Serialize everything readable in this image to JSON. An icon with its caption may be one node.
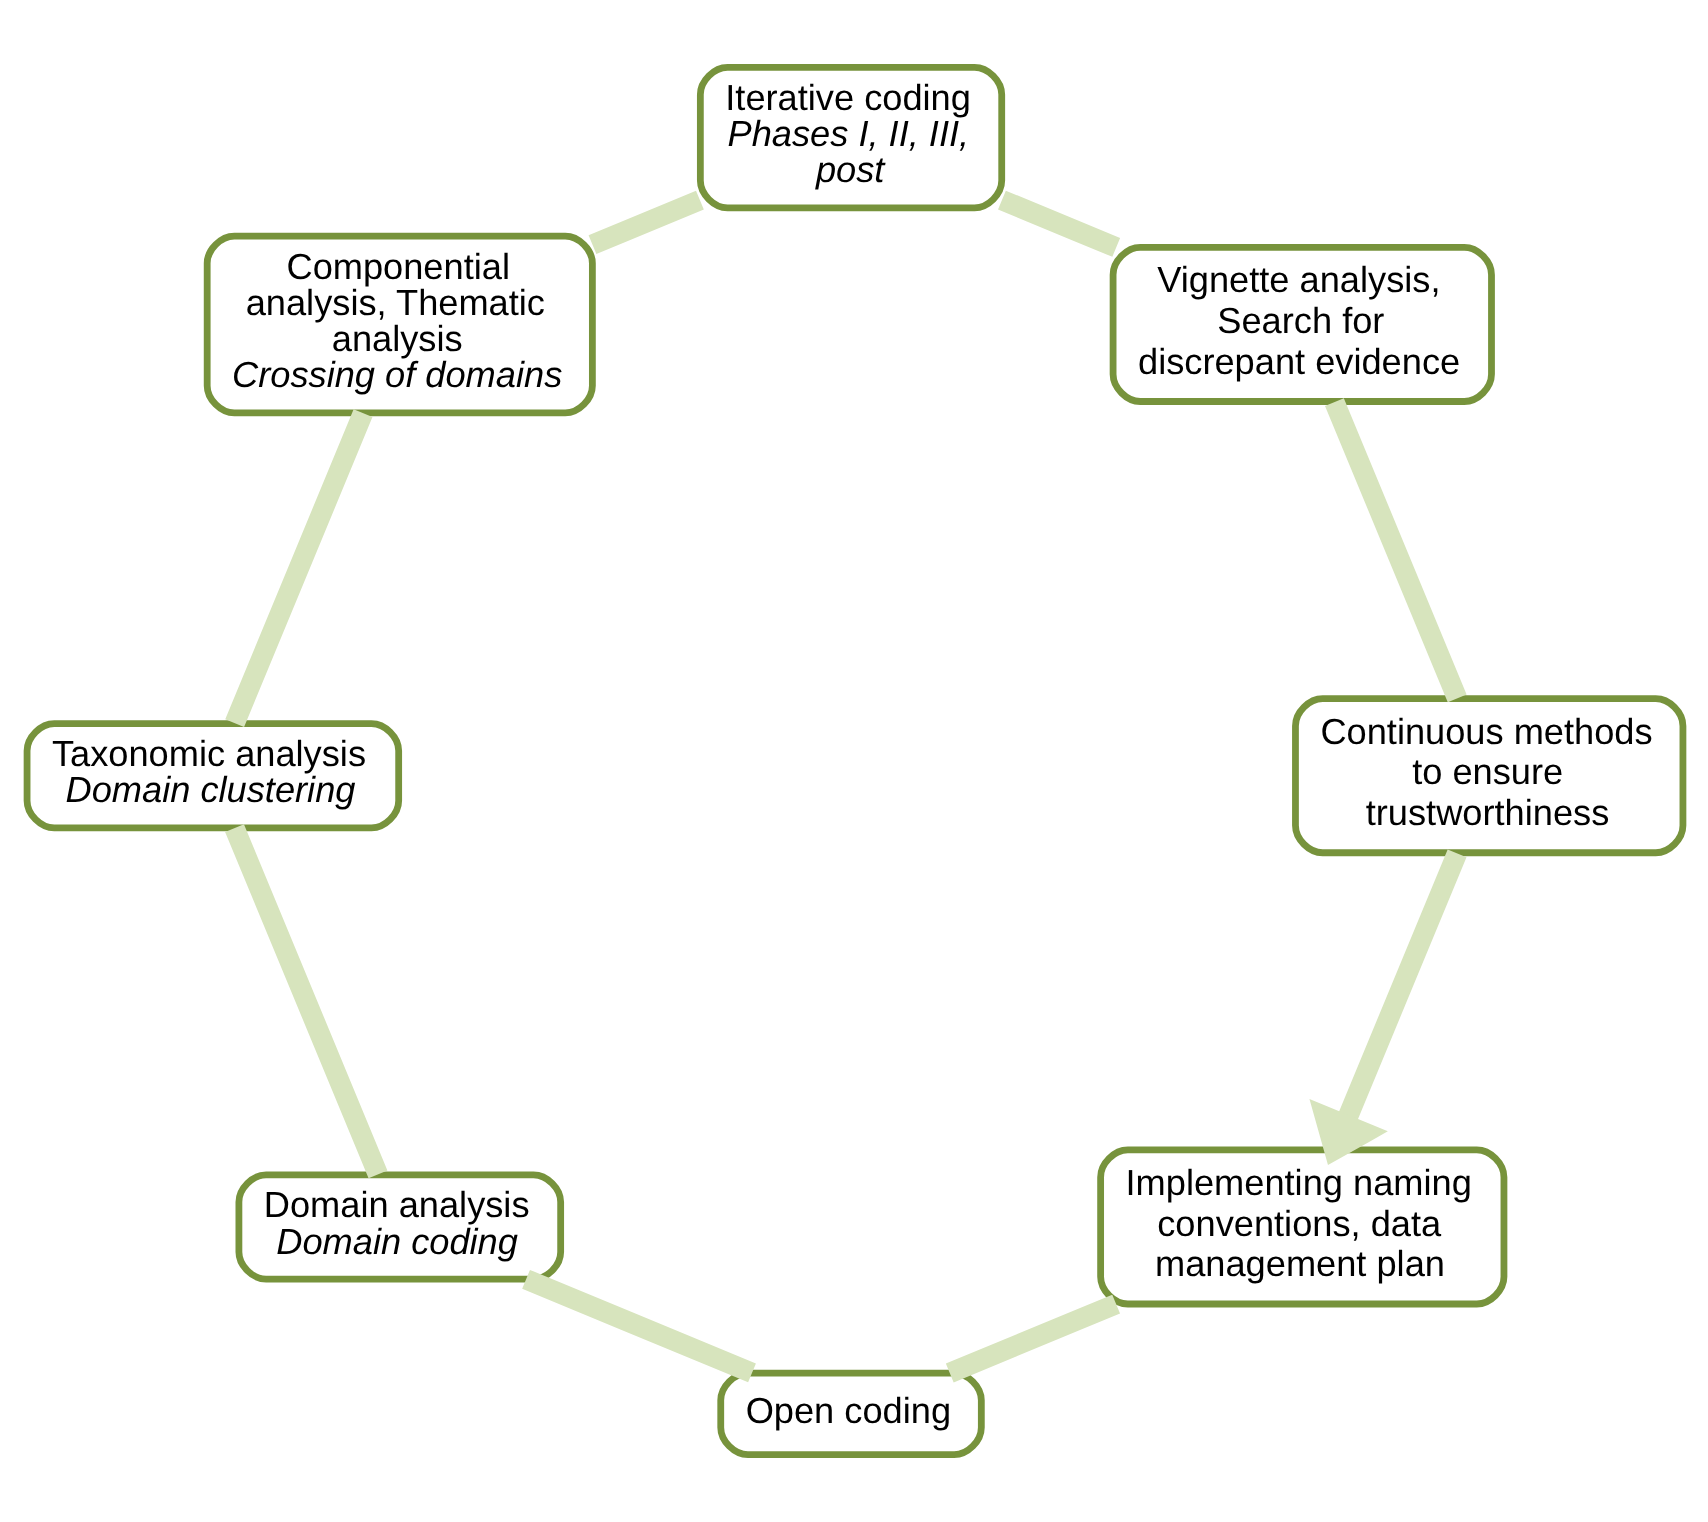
{
  "diagram": {
    "nodes": [
      {
        "text": [
          "Implementing naming conventions, data management plan"
        ]
      },
      {
        "text": [
          "Open coding"
        ]
      },
      {
        "text": [
          "Domain analysis",
          "Domain coding"
        ]
      },
      {
        "text": [
          "Taxonomic analysis",
          "Domain clustering"
        ]
      },
      {
        "text": [
          "Componential analysis, Thematic analysis",
          "Crossing of domains"
        ]
      },
      {
        "text": [
          "Iterative coding",
          "Phases I, II, III, post"
        ]
      },
      {
        "text": [
          "Vignette analysis, Search for discrepant evidence"
        ]
      },
      {
        "text": [
          "Continuous methods to ensure trustworthiness"
        ]
      }
    ],
    "edges": [
      {
        "from": 0,
        "to": 1,
        "arrow": "none"
      },
      {
        "from": 1,
        "to": 2,
        "arrow": "none"
      },
      {
        "from": 2,
        "to": 3,
        "arrow": "none"
      },
      {
        "from": 3,
        "to": 4,
        "arrow": "none"
      },
      {
        "from": 4,
        "to": 5,
        "arrow": "none"
      },
      {
        "from": 5,
        "to": 6,
        "arrow": "none"
      },
      {
        "from": 6,
        "to": 7,
        "arrow": "none"
      },
      {
        "from": 7,
        "to": 0,
        "arrow": "to"
      }
    ]
  }
}
